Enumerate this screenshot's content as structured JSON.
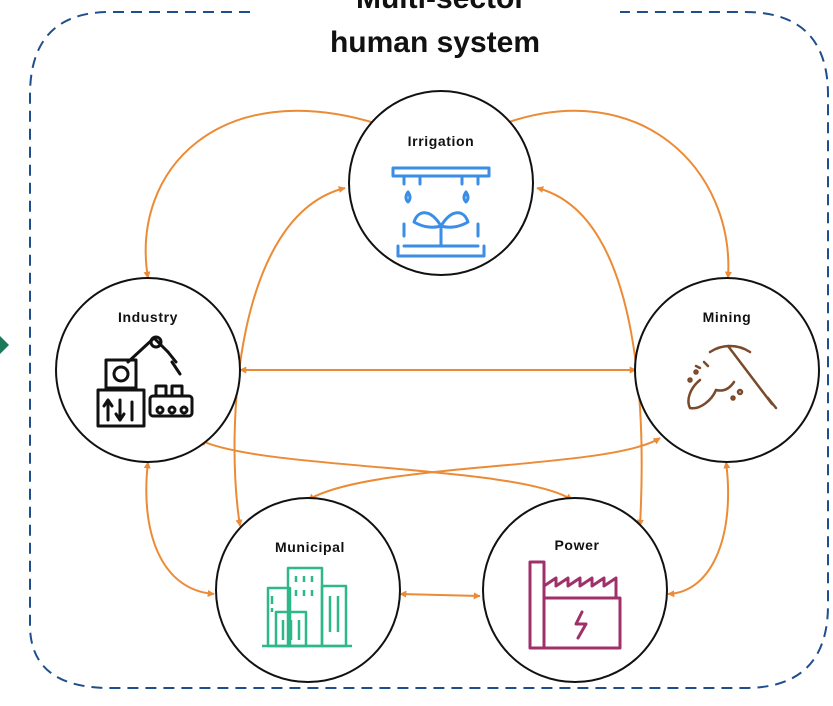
{
  "title": {
    "line1": "Multi-sector",
    "line2": "human system"
  },
  "nodes": {
    "irrigation": {
      "label": "Irrigation",
      "icon": "irrigation-icon",
      "color": "#3a8ee6"
    },
    "industry": {
      "label": "Industry",
      "icon": "robot-arm-factory-icon",
      "color": "#111111"
    },
    "mining": {
      "label": "Mining",
      "icon": "pickaxe-icon",
      "color": "#7a4a2a"
    },
    "municipal": {
      "label": "Municipal",
      "icon": "city-buildings-icon",
      "color": "#2eb88a"
    },
    "power": {
      "label": "Power",
      "icon": "power-plant-icon",
      "color": "#a0306a"
    }
  },
  "colors": {
    "connector": "#ec8b35",
    "boundary": "#1f4e8c",
    "inbound_arrow": "#1a7a5a"
  }
}
